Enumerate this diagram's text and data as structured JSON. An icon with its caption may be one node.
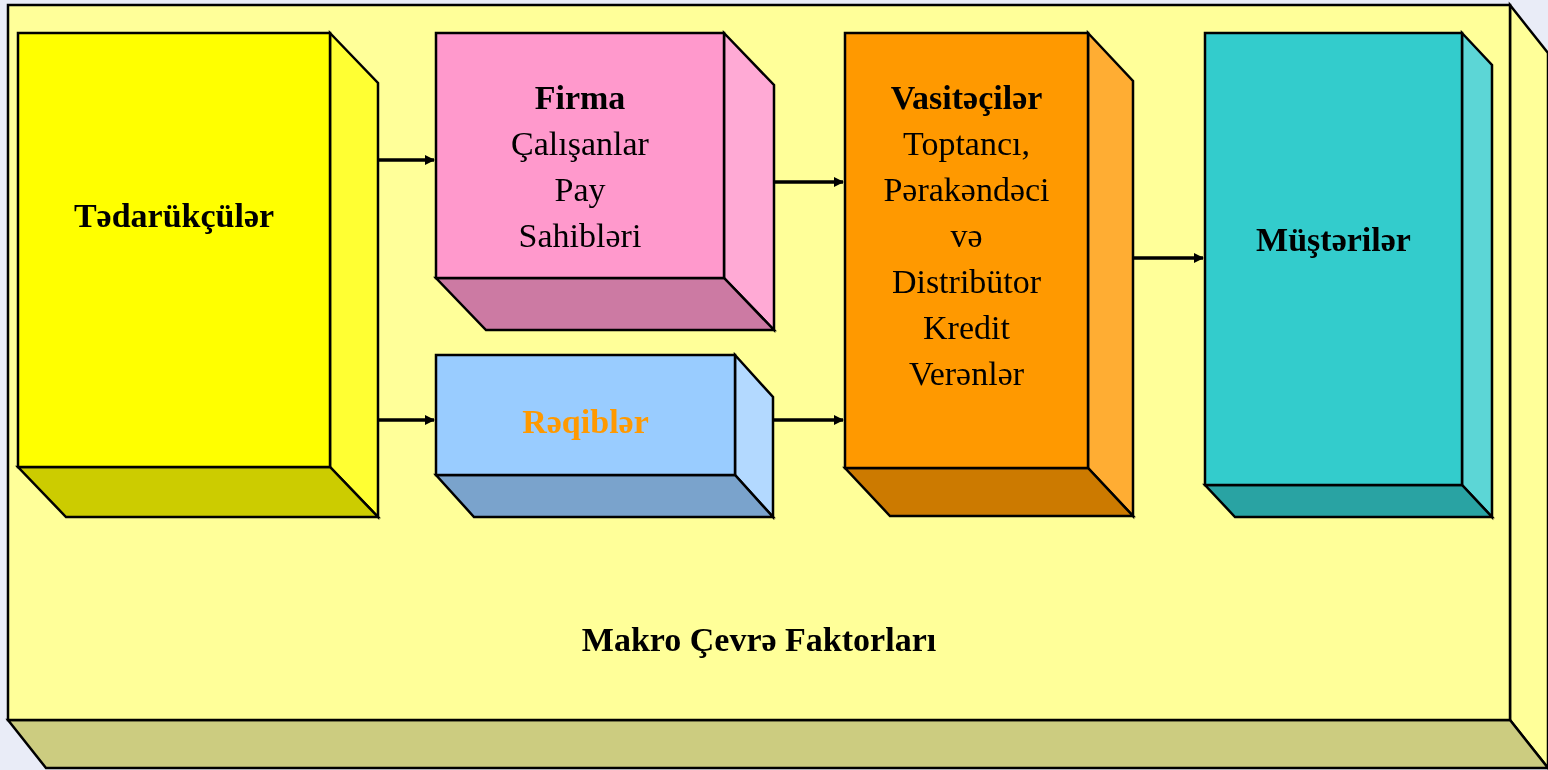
{
  "diagram": {
    "nodes": [
      {
        "text": [
          "Makro Çevrə Faktorları"
        ]
      },
      {
        "text": [
          "Tədarükçülər"
        ],
        "in": 0
      },
      {
        "text": [
          "Firma",
          "Çalışanlar Pay Sahibləri"
        ],
        "in": 0
      },
      {
        "text": [
          "Rəqiblər"
        ],
        "in": 0
      },
      {
        "text": [
          "Vasitəçilər",
          "Toptancı, Pərakəndəci və Distribütor Kredit Verənlər"
        ],
        "in": 0
      },
      {
        "text": [
          "Müştərilər"
        ],
        "in": 0
      }
    ],
    "edges": [
      {
        "from": 1,
        "to": 2,
        "arrow": "to"
      },
      {
        "from": 1,
        "to": 3,
        "arrow": "to"
      },
      {
        "from": 2,
        "to": 4,
        "arrow": "to"
      },
      {
        "from": 3,
        "to": 4,
        "arrow": "to"
      },
      {
        "from": 4,
        "to": 5,
        "arrow": "to"
      }
    ]
  }
}
